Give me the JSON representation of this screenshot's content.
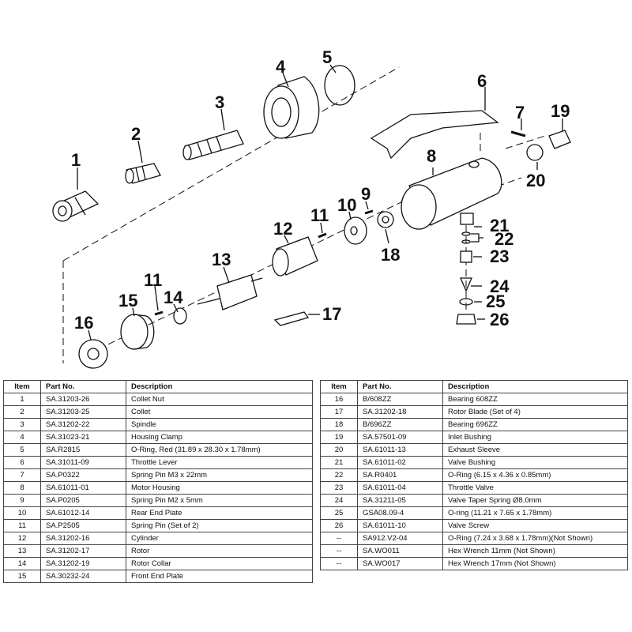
{
  "callouts": [
    "1",
    "2",
    "3",
    "4",
    "5",
    "6",
    "7",
    "8",
    "9",
    "10",
    "11",
    "11",
    "12",
    "13",
    "14",
    "15",
    "16",
    "17",
    "18",
    "19",
    "20",
    "21",
    "22",
    "23",
    "24",
    "25",
    "26"
  ],
  "table": {
    "headers": {
      "item": "Item",
      "part": "Part No.",
      "desc": "Description"
    },
    "left": [
      {
        "item": "1",
        "part": "SA.31203-26",
        "desc": "Collet Nut"
      },
      {
        "item": "2",
        "part": "SA.31203-25",
        "desc": "Collet"
      },
      {
        "item": "3",
        "part": "SA.31202-22",
        "desc": "Spindle"
      },
      {
        "item": "4",
        "part": "SA.31023-21",
        "desc": "Housing Clamp"
      },
      {
        "item": "5",
        "part": "SA.R2815",
        "desc": "O-Ring, Red (31.89 x 28.30 x 1.78mm)"
      },
      {
        "item": "6",
        "part": "SA.31011-09",
        "desc": "Throttle Lever"
      },
      {
        "item": "7",
        "part": "SA.P0322",
        "desc": "Spring Pin M3 x 22mm"
      },
      {
        "item": "8",
        "part": "SA.61011-01",
        "desc": "Motor Housing"
      },
      {
        "item": "9",
        "part": "SA.P0205",
        "desc": "Spring Pin M2 x 5mm"
      },
      {
        "item": "10",
        "part": "SA.61012-14",
        "desc": "Rear End Plate"
      },
      {
        "item": "11",
        "part": "SA.P2505",
        "desc": "Spring Pin (Set of 2)"
      },
      {
        "item": "12",
        "part": "SA.31202-16",
        "desc": "Cylinder"
      },
      {
        "item": "13",
        "part": "SA.31202-17",
        "desc": "Rotor"
      },
      {
        "item": "14",
        "part": "SA.31202-19",
        "desc": "Rotor Collar"
      },
      {
        "item": "15",
        "part": "SA.30232-24",
        "desc": "Front End Plate"
      }
    ],
    "right": [
      {
        "item": "16",
        "part": "B/608ZZ",
        "desc": "Bearing 608ZZ"
      },
      {
        "item": "17",
        "part": "SA.31202-18",
        "desc": "Rotor Blade (Set of 4)"
      },
      {
        "item": "18",
        "part": "B/696ZZ",
        "desc": "Bearing 696ZZ"
      },
      {
        "item": "19",
        "part": "SA.57501-09",
        "desc": "Inlet Bushing"
      },
      {
        "item": "20",
        "part": "SA.61011-13",
        "desc": "Exhaust Sleeve"
      },
      {
        "item": "21",
        "part": "SA.61011-02",
        "desc": "Valve Bushing"
      },
      {
        "item": "22",
        "part": "SA.R0401",
        "desc": "O-Ring (6.15 x 4.36 x 0.85mm)"
      },
      {
        "item": "23",
        "part": "SA.61011-04",
        "desc": "Throttle Valve"
      },
      {
        "item": "24",
        "part": "SA.31211-05",
        "desc": "Valve Taper Spring Ø8.0mm"
      },
      {
        "item": "25",
        "part": "GSA08.09-4",
        "desc": "O-ring (11.21 x 7.65 x 1.78mm)"
      },
      {
        "item": "26",
        "part": "SA.61011-10",
        "desc": "Valve Screw"
      },
      {
        "item": "--",
        "part": "SA912.V2-04",
        "desc": "O-Ring (7.24 x 3.68 x 1.78mm)(Not Shown)"
      },
      {
        "item": "--",
        "part": "SA.WO011",
        "desc": "Hex Wrench 11mm (Not Shown)"
      },
      {
        "item": "--",
        "part": "SA.WO017",
        "desc": "Hex Wrench 17mm (Not Shown)"
      }
    ]
  }
}
